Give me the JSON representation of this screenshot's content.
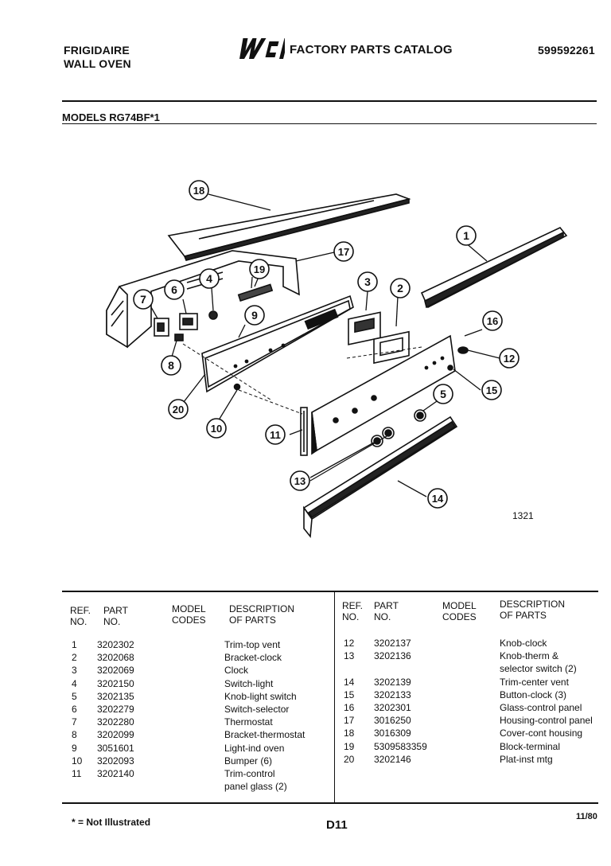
{
  "header": {
    "brand": "FRIGIDAIRE",
    "product": "WALL OVEN",
    "catalog_title": "FACTORY PARTS CATALOG",
    "catalog_number": "599592261",
    "models": "MODELS RG74BF*1"
  },
  "diagram": {
    "figure_code": "1321",
    "callouts": [
      "1",
      "2",
      "3",
      "4",
      "5",
      "6",
      "7",
      "8",
      "9",
      "10",
      "11",
      "12",
      "13",
      "14",
      "15",
      "16",
      "17",
      "18",
      "19",
      "20"
    ]
  },
  "table": {
    "headers": {
      "ref": "REF. NO.",
      "ref_l1": "REF.",
      "ref_l2": "NO.",
      "part_l1": "PART",
      "part_l2": "NO.",
      "model_l1": "MODEL",
      "model_l2": "CODES",
      "desc_l1": "DESCRIPTION",
      "desc_l2": "OF PARTS"
    },
    "left_rows": [
      {
        "ref": "1",
        "part": "3202302",
        "desc": "Trim-top vent"
      },
      {
        "ref": "2",
        "part": "3202068",
        "desc": "Bracket-clock"
      },
      {
        "ref": "3",
        "part": "3202069",
        "desc": "Clock"
      },
      {
        "ref": "4",
        "part": "3202150",
        "desc": "Switch-light"
      },
      {
        "ref": "5",
        "part": "3202135",
        "desc": "Knob-light switch"
      },
      {
        "ref": "6",
        "part": "3202279",
        "desc": "Switch-selector"
      },
      {
        "ref": "7",
        "part": "3202280",
        "desc": "Thermostat"
      },
      {
        "ref": "8",
        "part": "3202099",
        "desc": "Bracket-thermostat"
      },
      {
        "ref": "9",
        "part": "3051601",
        "desc": "Light-ind oven"
      },
      {
        "ref": "10",
        "part": "3202093",
        "desc": "Bumper (6)"
      },
      {
        "ref": "11",
        "part": "3202140",
        "desc": "Trim-control"
      },
      {
        "ref": "",
        "part": "",
        "desc": "panel glass (2)"
      }
    ],
    "right_rows": [
      {
        "ref": "12",
        "part": "3202137",
        "desc": "Knob-clock"
      },
      {
        "ref": "13",
        "part": "3202136",
        "desc": "Knob-therm &"
      },
      {
        "ref": "",
        "part": "",
        "desc": "selector switch (2)"
      },
      {
        "ref": "14",
        "part": "3202139",
        "desc": "Trim-center vent"
      },
      {
        "ref": "15",
        "part": "3202133",
        "desc": "Button-clock (3)"
      },
      {
        "ref": "16",
        "part": "3202301",
        "desc": "Glass-control panel"
      },
      {
        "ref": "17",
        "part": "3016250",
        "desc": "Housing-control panel"
      },
      {
        "ref": "18",
        "part": "3016309",
        "desc": "Cover-cont housing"
      },
      {
        "ref": "19",
        "part": "5309583359",
        "desc": "Block-terminal"
      },
      {
        "ref": "20",
        "part": "3202146",
        "desc": "Plat-inst mtg"
      }
    ]
  },
  "footer": {
    "note": "* = Not Illustrated",
    "page": "D11",
    "date": "11/80"
  }
}
